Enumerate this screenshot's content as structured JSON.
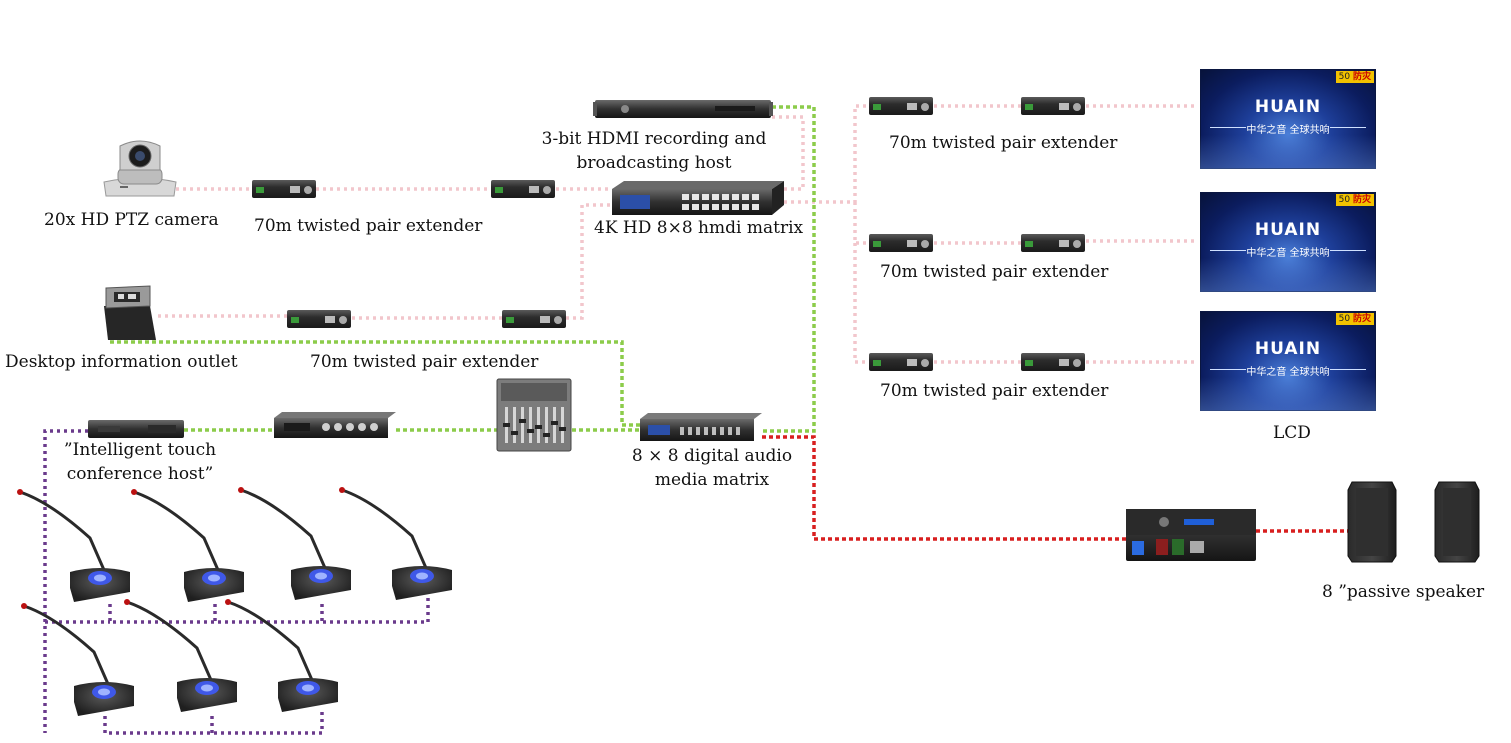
{
  "labels": {
    "ptz_camera": "20x HD PTZ camera",
    "extender_camera": "70m twisted pair extender",
    "recording_host_line1": "3-bit HDMI recording and",
    "recording_host_line2": "broadcasting host",
    "hdmi_matrix": "4K HD 8×8 hmdi matrix",
    "desktop_outlet": "Desktop information outlet",
    "extender_desktop": "70m twisted pair extender",
    "conference_host_line1": "”Intelligent touch",
    "conference_host_line2": "conference host”",
    "audio_matrix_line1": "8 × 8 digital audio",
    "audio_matrix_line2": "media matrix",
    "extender_lcd1": "70m twisted pair extender",
    "extender_lcd2": "70m twisted pair extender",
    "extender_lcd3": "70m twisted pair extender",
    "lcd": "LCD",
    "speaker": "8 ”passive speaker"
  },
  "screen": {
    "channel_badge": "50",
    "channel_tag": "防灾",
    "logo_text": "HUAIN",
    "slogan": "中华之音  全球共响"
  },
  "colors": {
    "hdmi_line": "#f2c6cc",
    "audio_line": "#8ccc4a",
    "speaker_line": "#d81f1f",
    "conference_line": "#6a3a8c",
    "device_body": "#2a2a2a",
    "screen_blue": "#1e3f9a"
  }
}
